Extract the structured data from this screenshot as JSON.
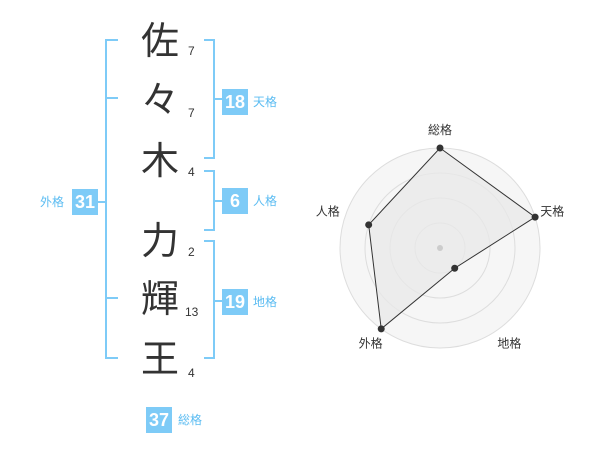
{
  "colors": {
    "accent": "#7ecbf7",
    "accent_text": "#5bbcf2",
    "text": "#333333",
    "ring_fill": "#f6f6f6",
    "ring_stroke": "#dddddd",
    "polygon_fill": "#e8e8e8"
  },
  "name": {
    "chars": [
      {
        "char": "佐",
        "strokes": "7"
      },
      {
        "char": "々",
        "strokes": "7"
      },
      {
        "char": "木",
        "strokes": "4"
      },
      {
        "char": "力",
        "strokes": "2"
      },
      {
        "char": "輝",
        "strokes": "13"
      },
      {
        "char": "王",
        "strokes": "4"
      }
    ]
  },
  "fortune": {
    "tenkaku": {
      "value": "18",
      "label": "天格"
    },
    "jinkaku": {
      "value": "6",
      "label": "人格"
    },
    "chikaku": {
      "value": "19",
      "label": "地格"
    },
    "gaikaku": {
      "value": "31",
      "label": "外格"
    },
    "soukaku": {
      "value": "37",
      "label": "総格"
    }
  },
  "chart_data": {
    "type": "radar",
    "axes": [
      "総格",
      "天格",
      "地格",
      "外格",
      "人格"
    ],
    "values": [
      4,
      4,
      1,
      4,
      3
    ],
    "max": 4
  }
}
